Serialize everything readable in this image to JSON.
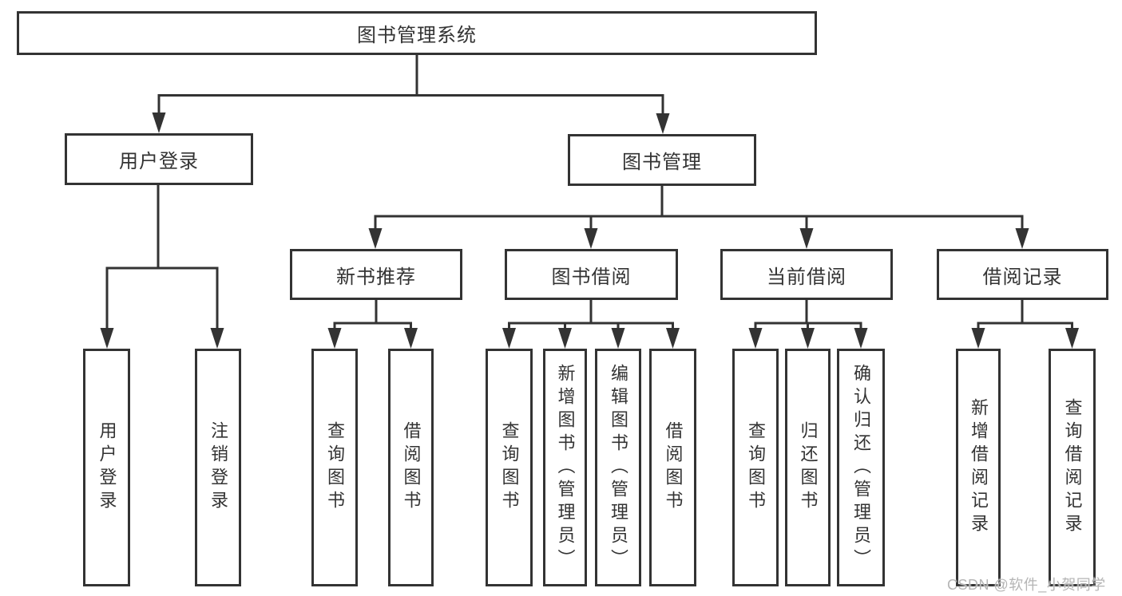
{
  "diagram": {
    "title": "图书管理系统",
    "level2": {
      "user_login": "用户登录",
      "book_management": "图书管理"
    },
    "level3": {
      "new_book": "新书推荐",
      "book_borrow": "图书借阅",
      "current_borrow": "当前借阅",
      "borrow_record": "借阅记录"
    },
    "leaves": {
      "user": [
        "用户登录",
        "注销登录"
      ],
      "new_book": [
        "查询图书",
        "借阅图书"
      ],
      "book_borrow": [
        "查询图书",
        "新增图书（管理员）",
        "编辑图书（管理员）",
        "借阅图书"
      ],
      "current_borrow": [
        "查询图书",
        "归还图书",
        "确认归还（管理员）"
      ],
      "borrow_record": [
        "新增借阅记录",
        "查询借阅记录"
      ]
    },
    "watermark": "CSDN @软件_小贺同学",
    "colors": {
      "line": "#333333",
      "text": "#333333",
      "box_fill": "#ffffff",
      "background": "#ffffff",
      "watermark": "#b5b5b5"
    }
  }
}
